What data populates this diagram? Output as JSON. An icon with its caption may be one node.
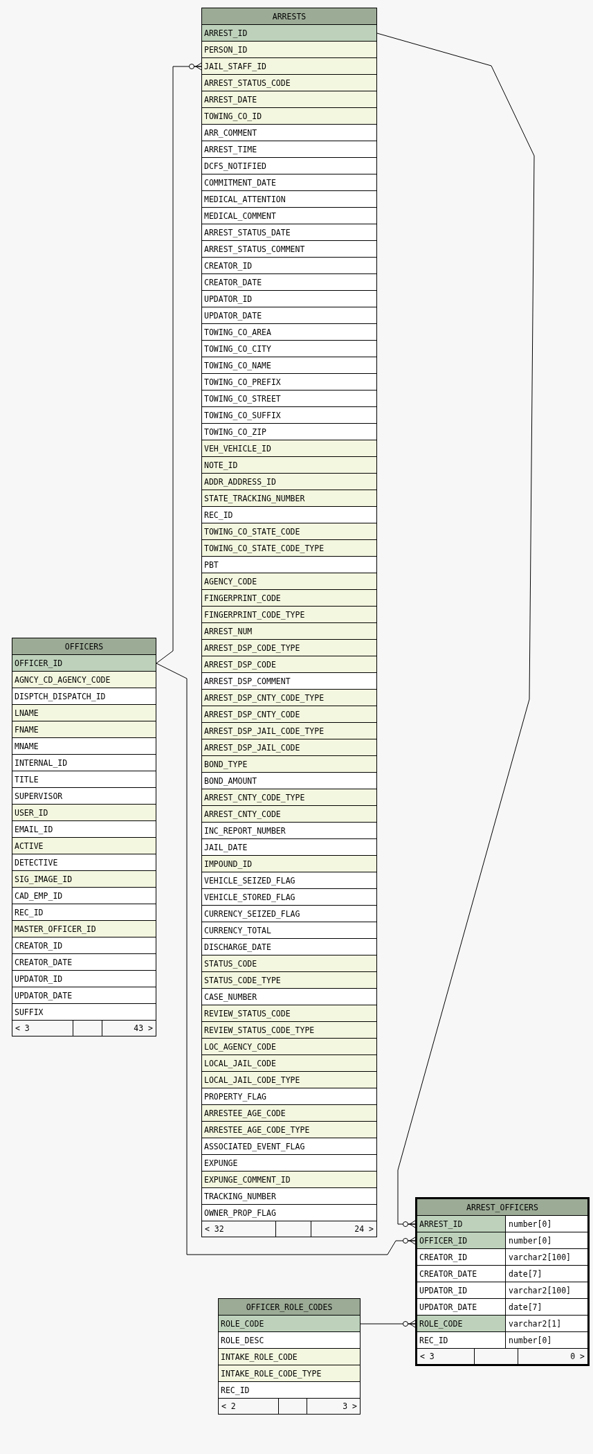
{
  "diagram": {
    "nodes": [
      {
        "text": [
          "ARRESTS",
          "< 32",
          "24 >"
        ]
      },
      {
        "text": [
          "ARREST_ID"
        ],
        "in": 0
      },
      {
        "text": [
          "PERSON_ID"
        ],
        "in": 0
      },
      {
        "text": [
          "JAIL_STAFF_ID"
        ],
        "in": 0
      },
      {
        "text": [
          "ARREST_STATUS_CODE"
        ],
        "in": 0
      },
      {
        "text": [
          "ARREST_DATE"
        ],
        "in": 0
      },
      {
        "text": [
          "TOWING_CO_ID"
        ],
        "in": 0
      },
      {
        "text": [
          "ARR_COMMENT"
        ],
        "in": 0
      },
      {
        "text": [
          "ARREST_TIME"
        ],
        "in": 0
      },
      {
        "text": [
          "DCFS_NOTIFIED"
        ],
        "in": 0
      },
      {
        "text": [
          "COMMITMENT_DATE"
        ],
        "in": 0
      },
      {
        "text": [
          "MEDICAL_ATTENTION"
        ],
        "in": 0
      },
      {
        "text": [
          "MEDICAL_COMMENT"
        ],
        "in": 0
      },
      {
        "text": [
          "ARREST_STATUS_DATE"
        ],
        "in": 0
      },
      {
        "text": [
          "ARREST_STATUS_COMMENT"
        ],
        "in": 0
      },
      {
        "text": [
          "CREATOR_ID"
        ],
        "in": 0
      },
      {
        "text": [
          "CREATOR_DATE"
        ],
        "in": 0
      },
      {
        "text": [
          "UPDATOR_ID"
        ],
        "in": 0
      },
      {
        "text": [
          "UPDATOR_DATE"
        ],
        "in": 0
      },
      {
        "text": [
          "TOWING_CO_AREA"
        ],
        "in": 0
      },
      {
        "text": [
          "TOWING_CO_CITY"
        ],
        "in": 0
      },
      {
        "text": [
          "TOWING_CO_NAME"
        ],
        "in": 0
      },
      {
        "text": [
          "TOWING_CO_PREFIX"
        ],
        "in": 0
      },
      {
        "text": [
          "TOWING_CO_STREET"
        ],
        "in": 0
      },
      {
        "text": [
          "TOWING_CO_SUFFIX"
        ],
        "in": 0
      },
      {
        "text": [
          "TOWING_CO_ZIP"
        ],
        "in": 0
      },
      {
        "text": [
          "VEH_VEHICLE_ID"
        ],
        "in": 0
      },
      {
        "text": [
          "NOTE_ID"
        ],
        "in": 0
      },
      {
        "text": [
          "ADDR_ADDRESS_ID"
        ],
        "in": 0
      },
      {
        "text": [
          "STATE_TRACKING_NUMBER"
        ],
        "in": 0
      },
      {
        "text": [
          "REC_ID"
        ],
        "in": 0
      },
      {
        "text": [
          "TOWING_CO_STATE_CODE"
        ],
        "in": 0
      },
      {
        "text": [
          "TOWING_CO_STATE_CODE_TYPE"
        ],
        "in": 0
      },
      {
        "text": [
          "PBT"
        ],
        "in": 0
      },
      {
        "text": [
          "AGENCY_CODE"
        ],
        "in": 0
      },
      {
        "text": [
          "FINGERPRINT_CODE"
        ],
        "in": 0
      },
      {
        "text": [
          "FINGERPRINT_CODE_TYPE"
        ],
        "in": 0
      },
      {
        "text": [
          "ARREST_NUM"
        ],
        "in": 0
      },
      {
        "text": [
          "ARREST_DSP_CODE_TYPE"
        ],
        "in": 0
      },
      {
        "text": [
          "ARREST_DSP_CODE"
        ],
        "in": 0
      },
      {
        "text": [
          "ARREST_DSP_COMMENT"
        ],
        "in": 0
      },
      {
        "text": [
          "ARREST_DSP_CNTY_CODE_TYPE"
        ],
        "in": 0
      },
      {
        "text": [
          "ARREST_DSP_CNTY_CODE"
        ],
        "in": 0
      },
      {
        "text": [
          "ARREST_DSP_JAIL_CODE_TYPE"
        ],
        "in": 0
      },
      {
        "text": [
          "ARREST_DSP_JAIL_CODE"
        ],
        "in": 0
      },
      {
        "text": [
          "BOND_TYPE"
        ],
        "in": 0
      },
      {
        "text": [
          "BOND_AMOUNT"
        ],
        "in": 0
      },
      {
        "text": [
          "ARREST_CNTY_CODE_TYPE"
        ],
        "in": 0
      },
      {
        "text": [
          "ARREST_CNTY_CODE"
        ],
        "in": 0
      },
      {
        "text": [
          "INC_REPORT_NUMBER"
        ],
        "in": 0
      },
      {
        "text": [
          "JAIL_DATE"
        ],
        "in": 0
      },
      {
        "text": [
          "IMPOUND_ID"
        ],
        "in": 0
      },
      {
        "text": [
          "VEHICLE_SEIZED_FLAG"
        ],
        "in": 0
      },
      {
        "text": [
          "VEHICLE_STORED_FLAG"
        ],
        "in": 0
      },
      {
        "text": [
          "CURRENCY_SEIZED_FLAG"
        ],
        "in": 0
      },
      {
        "text": [
          "CURRENCY_TOTAL"
        ],
        "in": 0
      },
      {
        "text": [
          "DISCHARGE_DATE"
        ],
        "in": 0
      },
      {
        "text": [
          "STATUS_CODE"
        ],
        "in": 0
      },
      {
        "text": [
          "STATUS_CODE_TYPE"
        ],
        "in": 0
      },
      {
        "text": [
          "CASE_NUMBER"
        ],
        "in": 0
      },
      {
        "text": [
          "REVIEW_STATUS_CODE"
        ],
        "in": 0
      },
      {
        "text": [
          "REVIEW_STATUS_CODE_TYPE"
        ],
        "in": 0
      },
      {
        "text": [
          "LOC_AGENCY_CODE"
        ],
        "in": 0
      },
      {
        "text": [
          "LOCAL_JAIL_CODE"
        ],
        "in": 0
      },
      {
        "text": [
          "LOCAL_JAIL_CODE_TYPE"
        ],
        "in": 0
      },
      {
        "text": [
          "PROPERTY_FLAG"
        ],
        "in": 0
      },
      {
        "text": [
          "ARRESTEE_AGE_CODE"
        ],
        "in": 0
      },
      {
        "text": [
          "ARRESTEE_AGE_CODE_TYPE"
        ],
        "in": 0
      },
      {
        "text": [
          "ASSOCIATED_EVENT_FLAG"
        ],
        "in": 0
      },
      {
        "text": [
          "EXPUNGE"
        ],
        "in": 0
      },
      {
        "text": [
          "EXPUNGE_COMMENT_ID"
        ],
        "in": 0
      },
      {
        "text": [
          "TRACKING_NUMBER"
        ],
        "in": 0
      },
      {
        "text": [
          "OWNER_PROP_FLAG"
        ],
        "in": 0
      },
      {
        "text": [
          "OFFICERS",
          "< 3",
          "43 >"
        ]
      },
      {
        "text": [
          "OFFICER_ID"
        ],
        "in": 73
      },
      {
        "text": [
          "AGNCY_CD_AGENCY_CODE"
        ],
        "in": 73
      },
      {
        "text": [
          "DISPTCH_DISPATCH_ID"
        ],
        "in": 73
      },
      {
        "text": [
          "LNAME"
        ],
        "in": 73
      },
      {
        "text": [
          "FNAME"
        ],
        "in": 73
      },
      {
        "text": [
          "MNAME"
        ],
        "in": 73
      },
      {
        "text": [
          "INTERNAL_ID"
        ],
        "in": 73
      },
      {
        "text": [
          "TITLE"
        ],
        "in": 73
      },
      {
        "text": [
          "SUPERVISOR"
        ],
        "in": 73
      },
      {
        "text": [
          "USER_ID"
        ],
        "in": 73
      },
      {
        "text": [
          "EMAIL_ID"
        ],
        "in": 73
      },
      {
        "text": [
          "ACTIVE"
        ],
        "in": 73
      },
      {
        "text": [
          "DETECTIVE"
        ],
        "in": 73
      },
      {
        "text": [
          "SIG_IMAGE_ID"
        ],
        "in": 73
      },
      {
        "text": [
          "CAD_EMP_ID"
        ],
        "in": 73
      },
      {
        "text": [
          "REC_ID"
        ],
        "in": 73
      },
      {
        "text": [
          "MASTER_OFFICER_ID"
        ],
        "in": 73
      },
      {
        "text": [
          "CREATOR_ID"
        ],
        "in": 73
      },
      {
        "text": [
          "CREATOR_DATE"
        ],
        "in": 73
      },
      {
        "text": [
          "UPDATOR_ID"
        ],
        "in": 73
      },
      {
        "text": [
          "UPDATOR_DATE"
        ],
        "in": 73
      },
      {
        "text": [
          "SUFFIX"
        ],
        "in": 73
      },
      {
        "text": [
          "ARREST_OFFICERS",
          "< 3",
          "0 >"
        ]
      },
      {
        "text": [
          "ARREST_ID",
          "number[0]"
        ],
        "in": 96
      },
      {
        "text": [
          "OFFICER_ID",
          "number[0]"
        ],
        "in": 96
      },
      {
        "text": [
          "CREATOR_ID",
          "varchar2[100]"
        ],
        "in": 96
      },
      {
        "text": [
          "CREATOR_DATE",
          "date[7]"
        ],
        "in": 96
      },
      {
        "text": [
          "UPDATOR_ID",
          "varchar2[100]"
        ],
        "in": 96
      },
      {
        "text": [
          "UPDATOR_DATE",
          "date[7]"
        ],
        "in": 96
      },
      {
        "text": [
          "ROLE_CODE",
          "varchar2[1]"
        ],
        "in": 96
      },
      {
        "text": [
          "REC_ID",
          "number[0]"
        ],
        "in": 96
      },
      {
        "text": [
          "OFFICER_ROLE_CODES",
          "< 2",
          "3 >"
        ]
      },
      {
        "text": [
          "ROLE_CODE"
        ],
        "in": 105
      },
      {
        "text": [
          "ROLE_DESC"
        ],
        "in": 105
      },
      {
        "text": [
          "INTAKE_ROLE_CODE"
        ],
        "in": 105
      },
      {
        "text": [
          "INTAKE_ROLE_CODE_TYPE"
        ],
        "in": 105
      },
      {
        "text": [
          "REC_ID"
        ],
        "in": 105
      }
    ],
    "edges": [
      {
        "from": 1,
        "to": 97,
        "arrow": "other"
      },
      {
        "from": 74,
        "to": 3,
        "arrow": "other"
      },
      {
        "from": 74,
        "to": 98,
        "arrow": "other"
      },
      {
        "from": 106,
        "to": 103,
        "arrow": "other"
      }
    ]
  }
}
